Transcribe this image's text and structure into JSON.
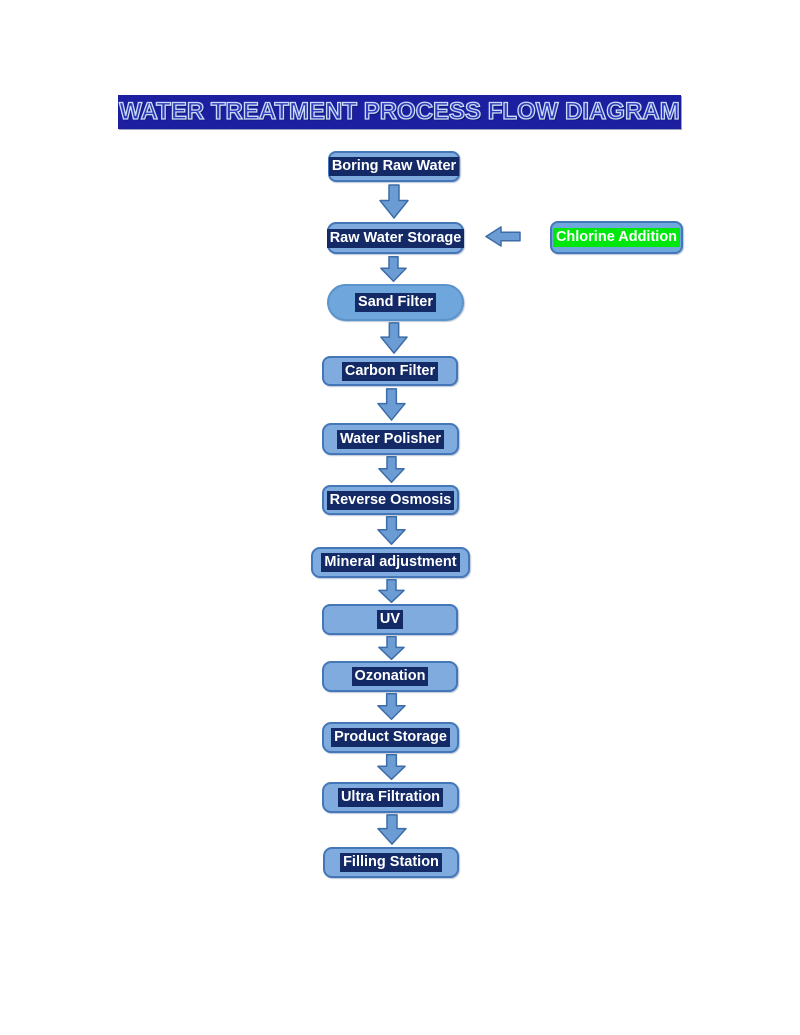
{
  "title": {
    "text": "WATER TREATMENT PROCESS FLOW DIAGRAM",
    "banner_color": "#1c1fa0",
    "text_fill": "#2e39bc",
    "text_outline": "#c9dcf7"
  },
  "flow": {
    "nodes": [
      {
        "label": "Boring Raw Water",
        "shape": "rounded-rectangle"
      },
      {
        "label": "Raw Water Storage",
        "shape": "rounded-rectangle"
      },
      {
        "label": "Sand Filter",
        "shape": "stadium"
      },
      {
        "label": "Carbon Filter",
        "shape": "rounded-rectangle"
      },
      {
        "label": "Water Polisher",
        "shape": "rounded-rectangle"
      },
      {
        "label": "Reverse Osmosis",
        "shape": "rounded-rectangle"
      },
      {
        "label": "Mineral adjustment",
        "shape": "rounded-rectangle"
      },
      {
        "label": "UV",
        "shape": "rounded-rectangle"
      },
      {
        "label": "Ozonation",
        "shape": "rounded-rectangle"
      },
      {
        "label": "Product Storage",
        "shape": "rounded-rectangle"
      },
      {
        "label": "Ultra Filtration",
        "shape": "rounded-rectangle"
      },
      {
        "label": "Filling Station",
        "shape": "rounded-rectangle"
      }
    ],
    "node_fill": "#7fabde",
    "node_border": "#4377b8",
    "label_highlight_color": "#132a67",
    "label_text_color": "#ffffff",
    "arrow_fill": "#6c9cd4",
    "arrow_border": "#3d6ca6",
    "down_arrow_count": 11
  },
  "side_annotation": {
    "label": "Chlorine Addition",
    "highlight_color": "#00e70d",
    "text_color": "#ffffff",
    "arrow_direction": "left",
    "points_to": "Raw Water Storage"
  }
}
